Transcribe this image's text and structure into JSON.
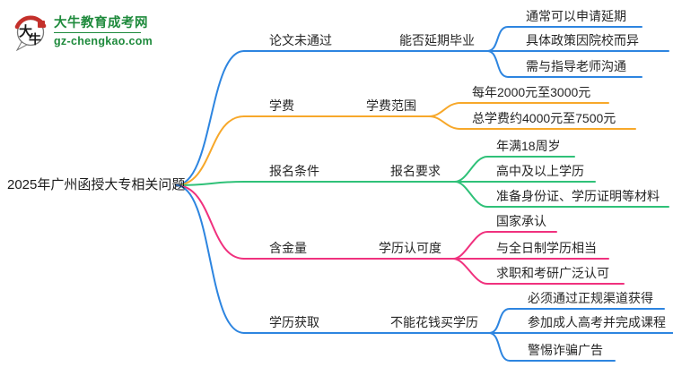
{
  "logo": {
    "icon_text_top": "大",
    "icon_text_bottom": "牛",
    "title": "大牛教育成考网",
    "url": "gz-chengkao.com",
    "brand_green": "#1e8a3c",
    "brand_red": "#c4302b",
    "bubble_stroke": "#777777"
  },
  "mindmap": {
    "root": "2025年广州函授大专相关问题",
    "text_color": "#262626",
    "branches": [
      {
        "label": "论文未通过",
        "sub": "能否延期毕业",
        "color": "#2d85e0",
        "leaves": [
          "通常可以申请延期",
          "具体政策因院校而异",
          "需与指导老师沟通"
        ]
      },
      {
        "label": "学费",
        "sub": "学费范围",
        "color": "#f7a82a",
        "leaves": [
          "每年2000元至3000元",
          "总学费约4000元至7500元"
        ]
      },
      {
        "label": "报名条件",
        "sub": "报名要求",
        "color": "#2fc178",
        "leaves": [
          "年满18周岁",
          "高中及以上学历",
          "准备身份证、学历证明等材料"
        ]
      },
      {
        "label": "含金量",
        "sub": "学历认可度",
        "color": "#f0317e",
        "leaves": [
          "国家承认",
          "与全日制学历相当",
          "求职和考研广泛认可"
        ]
      },
      {
        "label": "学历获取",
        "sub": "不能花钱买学历",
        "color": "#2d85e0",
        "leaves": [
          "必须通过正规渠道获得",
          "参加成人高考并完成课程",
          "警惕诈骗广告"
        ]
      }
    ]
  }
}
